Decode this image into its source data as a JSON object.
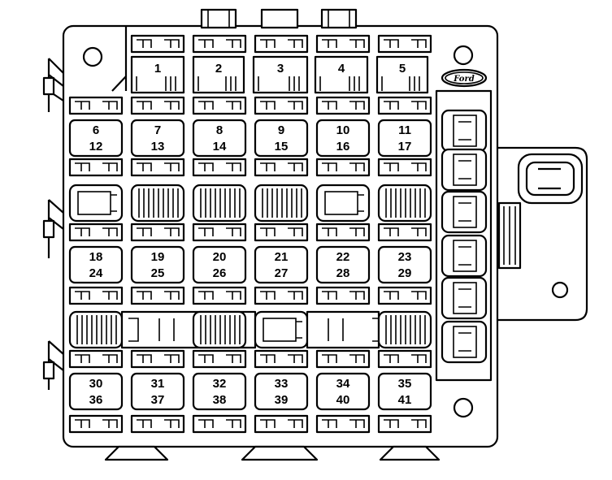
{
  "logo": {
    "text": "Ford"
  },
  "top_row": [
    {
      "label": "1"
    },
    {
      "label": "2"
    },
    {
      "label": "3"
    },
    {
      "label": "4"
    },
    {
      "label": "5"
    }
  ],
  "fuse_rows": [
    [
      {
        "a": "6",
        "b": "12"
      },
      {
        "a": "7",
        "b": "13"
      },
      {
        "a": "8",
        "b": "14"
      },
      {
        "a": "9",
        "b": "15"
      },
      {
        "a": "10",
        "b": "16"
      },
      {
        "a": "11",
        "b": "17"
      }
    ],
    [
      {
        "a": "18",
        "b": "24"
      },
      {
        "a": "19",
        "b": "25"
      },
      {
        "a": "20",
        "b": "26"
      },
      {
        "a": "21",
        "b": "27"
      },
      {
        "a": "22",
        "b": "28"
      },
      {
        "a": "23",
        "b": "29"
      }
    ],
    [
      {
        "a": "30",
        "b": "36"
      },
      {
        "a": "31",
        "b": "37"
      },
      {
        "a": "32",
        "b": "38"
      },
      {
        "a": "33",
        "b": "39"
      },
      {
        "a": "34",
        "b": "40"
      },
      {
        "a": "35",
        "b": "41"
      }
    ]
  ]
}
